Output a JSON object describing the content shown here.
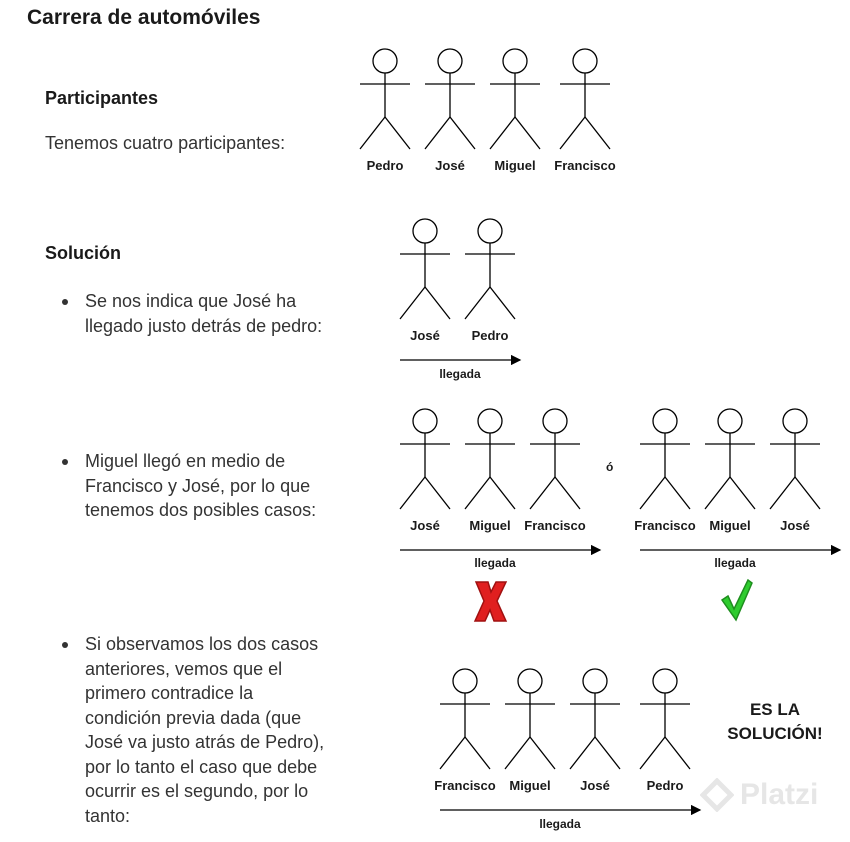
{
  "title": "Carrera de automóviles",
  "participants_heading": "Participantes",
  "participants_text": "Tenemos cuatro participantes:",
  "participants": [
    "Pedro",
    "José",
    "Miguel",
    "Francisco"
  ],
  "solution_heading": "Solución",
  "bullets": [
    "Se nos indica que José ha\nllegado justo detrás de pedro:",
    "Miguel llegó en medio de\nFrancisco y José, por lo que\ntenemos dos posibles casos:",
    "Si observamos los dos casos\nanteriores, vemos que el\nprimero contradice la\ncondición previa dada (que\nJosé va justo atrás de Pedro),\npor lo tanto el caso que debe\nocurrir es el segundo, por lo\ntanto:"
  ],
  "step1_figures": [
    "José",
    "Pedro"
  ],
  "arrival_label": "llegada",
  "case1_figures": [
    "José",
    "Miguel",
    "Francisco"
  ],
  "case2_figures": [
    "Francisco",
    "Miguel",
    "José"
  ],
  "or_label": "ó",
  "final_figures": [
    "Francisco",
    "Miguel",
    "José",
    "Pedro"
  ],
  "solution_label": "ES LA\nSOLUCIÓN!",
  "watermark": "Platzi",
  "colors": {
    "wrong": "#e01f1f",
    "right": "#2ecc2e",
    "stroke": "#000000"
  }
}
